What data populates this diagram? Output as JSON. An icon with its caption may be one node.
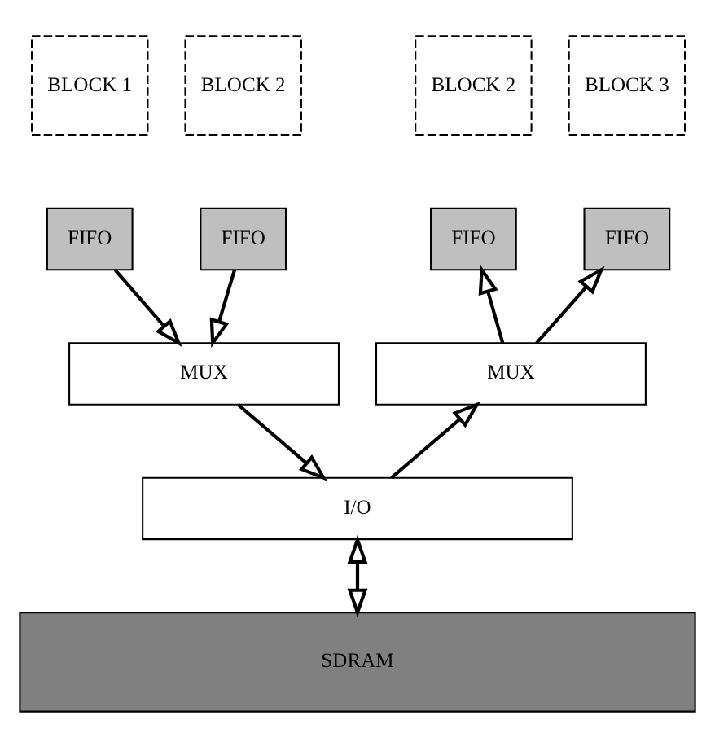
{
  "diagram": {
    "nodes": [
      {
        "text": [
          "BLOCK 1"
        ]
      },
      {
        "text": [
          "BLOCK 2"
        ]
      },
      {
        "text": [
          "BLOCK 2"
        ]
      },
      {
        "text": [
          "BLOCK 3"
        ]
      },
      {
        "text": [
          "FIFO"
        ]
      },
      {
        "text": [
          "FIFO"
        ]
      },
      {
        "text": [
          "FIFO"
        ]
      },
      {
        "text": [
          "FIFO"
        ]
      },
      {
        "text": [
          "MUX"
        ]
      },
      {
        "text": [
          "MUX"
        ]
      },
      {
        "text": [
          "I/O"
        ]
      },
      {
        "text": [
          "SDRAM"
        ]
      }
    ],
    "edges": [
      {
        "from": 4,
        "to": 8,
        "arrow": "to"
      },
      {
        "from": 5,
        "to": 8,
        "arrow": "to"
      },
      {
        "from": 9,
        "to": 6,
        "arrow": "to"
      },
      {
        "from": 9,
        "to": 7,
        "arrow": "to"
      },
      {
        "from": 8,
        "to": 10,
        "arrow": "to"
      },
      {
        "from": 10,
        "to": 9,
        "arrow": "to"
      },
      {
        "from": 10,
        "to": 11,
        "arrow": "both"
      }
    ]
  }
}
